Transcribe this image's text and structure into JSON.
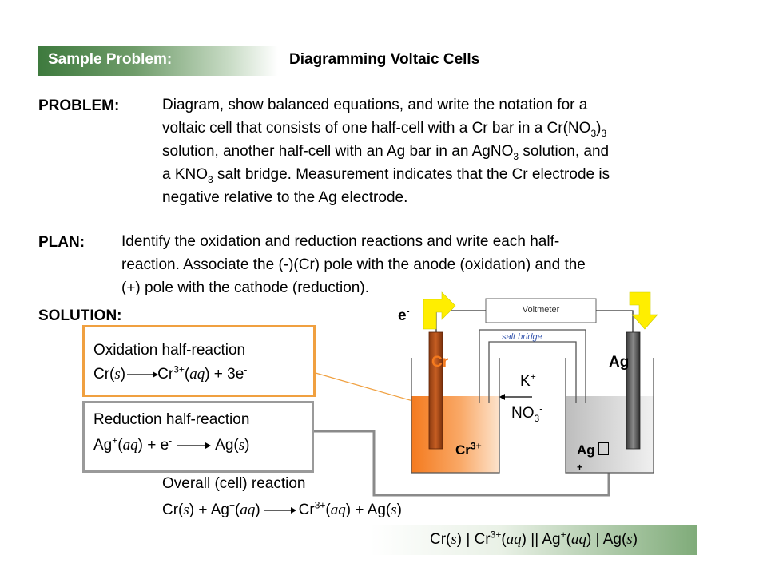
{
  "header": {
    "label": "Sample Problem:",
    "title": "Diagramming Voltaic Cells"
  },
  "problem": {
    "label": "PROBLEM:",
    "l1": "Diagram, show balanced equations, and write the notation for a",
    "l2_a": "voltaic cell that consists of one half-cell with a Cr bar in a Cr(NO",
    "l2_sub1": "3",
    "l2_b": ")",
    "l2_sub2": "3",
    "l3_a": "solution, another half-cell with an Ag bar in an AgNO",
    "l3_sub": "3",
    "l3_b": " solution, and",
    "l4_a": "a KNO",
    "l4_sub": "3",
    "l4_b": " salt bridge.  Measurement indicates that the Cr electrode is",
    "l5": "negative relative to the Ag electrode."
  },
  "plan": {
    "label": "PLAN:",
    "l1": "Identify the oxidation and reduction reactions and write each half-",
    "l2": "reaction.  Associate the (-)(Cr) pole with the anode (oxidation) and the",
    "l3": "(+) pole with the cathode (reduction)."
  },
  "solution": {
    "label": "SOLUTION:"
  },
  "oxidation": {
    "title": "Oxidation half-reaction",
    "cr": "Cr(",
    "s": "s",
    "close": ")",
    "cr3": "Cr",
    "cr3_sup": "3+",
    "open": "(",
    "aq": "aq",
    "rest": ") + 3e",
    "e_sup": "-"
  },
  "reduction": {
    "title": "Reduction half-reaction",
    "ag": "Ag",
    "ag_sup": "+",
    "open": "(",
    "aq": "aq",
    "mid": ") + e",
    "e_sup": "-",
    "ag2": "Ag(",
    "s": "s",
    "close": ")"
  },
  "overall": {
    "title": "Overall (cell) reaction",
    "p1": "Cr(",
    "s1": "s",
    "p2": ") + Ag",
    "sup1": "+",
    "p3": "(",
    "aq1": "aq",
    "p4": ")",
    "p5": "Cr",
    "sup2": "3+",
    "p6": "(",
    "aq2": "aq",
    "p7": ") + Ag(",
    "s2": "s",
    "p8": ")"
  },
  "notation": {
    "p1": "Cr(",
    "s1": "s",
    "p2": ") | Cr",
    "sup1": "3+",
    "p3": "(",
    "aq1": "aq",
    "p4": ") || Ag",
    "sup2": "+",
    "p5": "(",
    "aq2": "aq",
    "p6": ") | Ag(",
    "s2": "s",
    "p7": ")"
  },
  "cell": {
    "electron": "e",
    "electron_sup": "-",
    "voltmeter": "Voltmeter",
    "salt_bridge": "salt bridge",
    "cr_label": "Cr",
    "ag_label": "Ag",
    "k": "K",
    "k_sup": "+",
    "no3": "NO",
    "no3_sub": "3",
    "no3_sup": "-",
    "cr_ion": "Cr",
    "cr_ion_sup": "3+",
    "ag_ion": "Ag",
    "ag_ion_sup": "+"
  },
  "colors": {
    "header_green": "#3e7a3e",
    "oxidation_border": "#f0a040",
    "reduction_border": "#9a9a9a",
    "cr_solution": "#f47a1e",
    "cr_electrode": "#b8531c",
    "ag_electrode": "#606060",
    "arrow_yellow": "#ffee00",
    "salt_bridge_text": "#3a5ab0"
  }
}
